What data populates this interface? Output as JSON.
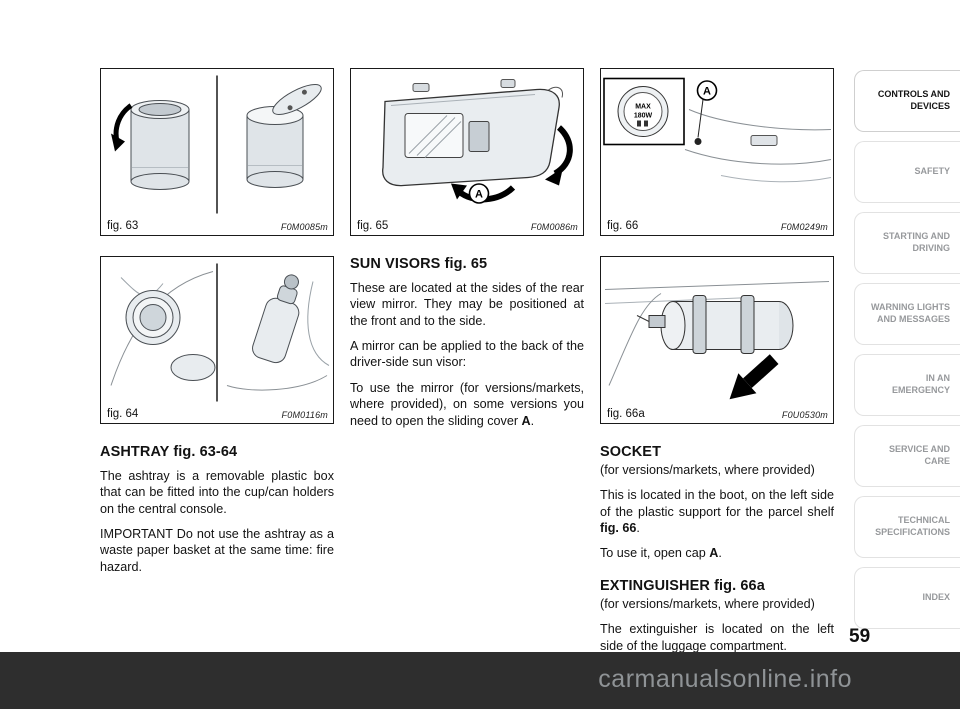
{
  "page": {
    "number": "59",
    "watermark": "carmanualsonline.info"
  },
  "colors": {
    "band_bg": "#2e2e2e",
    "watermark_text": "#8f9396",
    "inactive_tab_text": "#97999c",
    "active_tab_text": "#141414"
  },
  "sidebar": {
    "tabs": [
      {
        "label": "CONTROLS AND DEVICES",
        "active": true
      },
      {
        "label": "SAFETY",
        "active": false
      },
      {
        "label": "STARTING AND DRIVING",
        "active": false
      },
      {
        "label": "WARNING LIGHTS AND MESSAGES",
        "active": false
      },
      {
        "label": "IN AN EMERGENCY",
        "active": false
      },
      {
        "label": "SERVICE AND CARE",
        "active": false
      },
      {
        "label": "TECHNICAL SPECIFICATIONS",
        "active": false
      },
      {
        "label": "INDEX",
        "active": false
      }
    ]
  },
  "figures": {
    "fig63": {
      "caption": "fig. 63",
      "code": "F0M0085m"
    },
    "fig64": {
      "caption": "fig. 64",
      "code": "F0M0116m"
    },
    "fig65": {
      "caption": "fig. 65",
      "code": "F0M0086m",
      "callout": "A"
    },
    "fig66": {
      "caption": "fig. 66",
      "code": "F0M0249m",
      "callout": "A",
      "cap_line1": "MAX",
      "cap_line2": "180W"
    },
    "fig66a": {
      "caption": "fig. 66a",
      "code": "F0U0530m"
    }
  },
  "articles": {
    "ashtray": {
      "heading": "ASHTRAY fig. 63-64",
      "p1": "The ashtray is a removable plastic box that can be fitted into the cup/can holders on the central console.",
      "p2": "IMPORTANT Do not use the ashtray as a waste paper basket at the same time: fire hazard."
    },
    "sun_visors": {
      "heading": "SUN VISORS fig. 65",
      "p1": "These are located at the sides of the rear view mirror. They may be positioned at the front and to the side.",
      "p2": "A mirror can be applied to the back of the driver-side sun visor:",
      "p3_pre": "To use the mirror (for versions/markets, where provided), on some versions you need to open the sliding cover ",
      "p3_bold": "A",
      "p3_post": "."
    },
    "socket": {
      "heading": "SOCKET",
      "availability": "(for versions/markets, where provided)",
      "p1_pre": "This is located in the boot, on the left side of the plastic support for the parcel shelf ",
      "p1_bold": "fig. 66",
      "p1_post": ".",
      "p2_pre": "To use it, open cap ",
      "p2_bold": "A",
      "p2_post": "."
    },
    "extinguisher": {
      "heading": "EXTINGUISHER  fig. 66a",
      "availability": "(for versions/markets, where provided)",
      "p1": "The extinguisher is located on the left side of the luggage compartment."
    }
  }
}
